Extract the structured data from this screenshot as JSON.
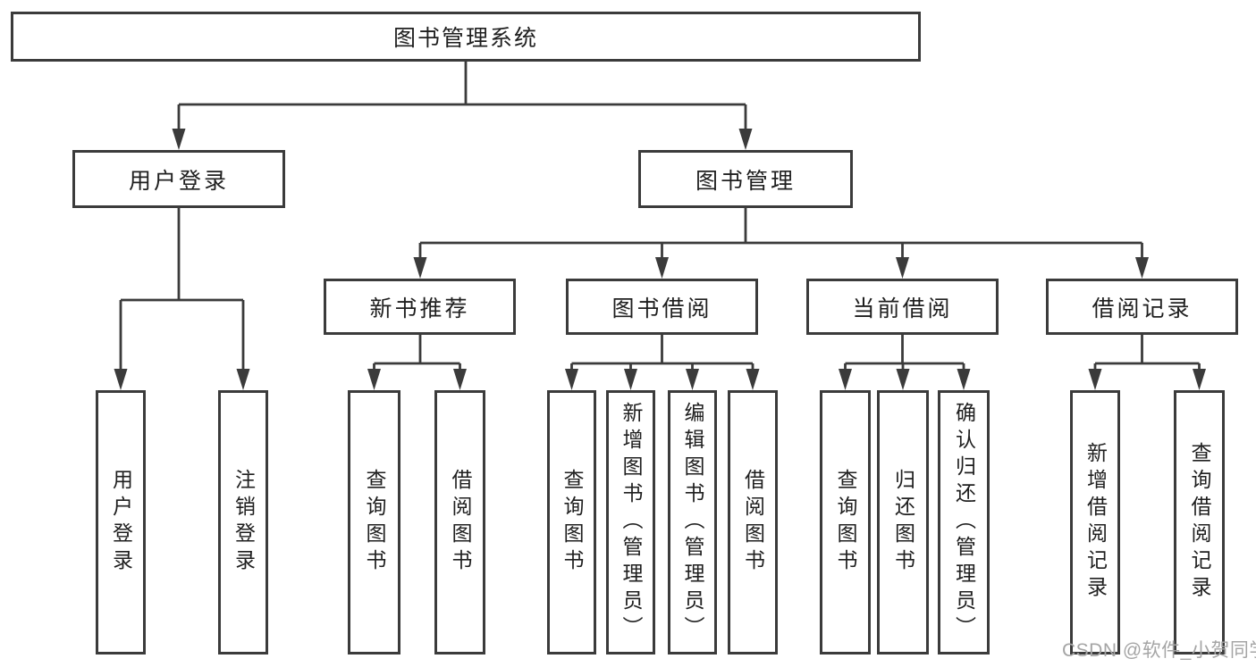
{
  "tree": {
    "root": {
      "label": "图书管理系统"
    },
    "branches": [
      {
        "label": "用户登录",
        "children": [
          {
            "label": "用户登录"
          },
          {
            "label": "注销登录"
          }
        ]
      },
      {
        "label": "图书管理",
        "groups": [
          {
            "label": "新书推荐",
            "children": [
              {
                "label": "查询图书"
              },
              {
                "label": "借阅图书"
              }
            ]
          },
          {
            "label": "图书借阅",
            "children": [
              {
                "label": "查询图书"
              },
              {
                "label": "新增图书（管理员）"
              },
              {
                "label": "编辑图书（管理员）"
              },
              {
                "label": "借阅图书"
              }
            ]
          },
          {
            "label": "当前借阅",
            "children": [
              {
                "label": "查询图书"
              },
              {
                "label": "归还图书"
              },
              {
                "label": "确认归还（管理员）"
              }
            ]
          },
          {
            "label": "借阅记录",
            "children": [
              {
                "label": "新增借阅记录"
              },
              {
                "label": "查询借阅记录"
              }
            ]
          }
        ]
      }
    ]
  },
  "watermark": {
    "text": "CSDN @软件_小贺同学"
  },
  "colors": {
    "line": "#3b3b3b",
    "box_border": "#3b3b3b",
    "text": "#1f1f1f",
    "watermark": "#a5a5a5",
    "background": "#ffffff"
  }
}
